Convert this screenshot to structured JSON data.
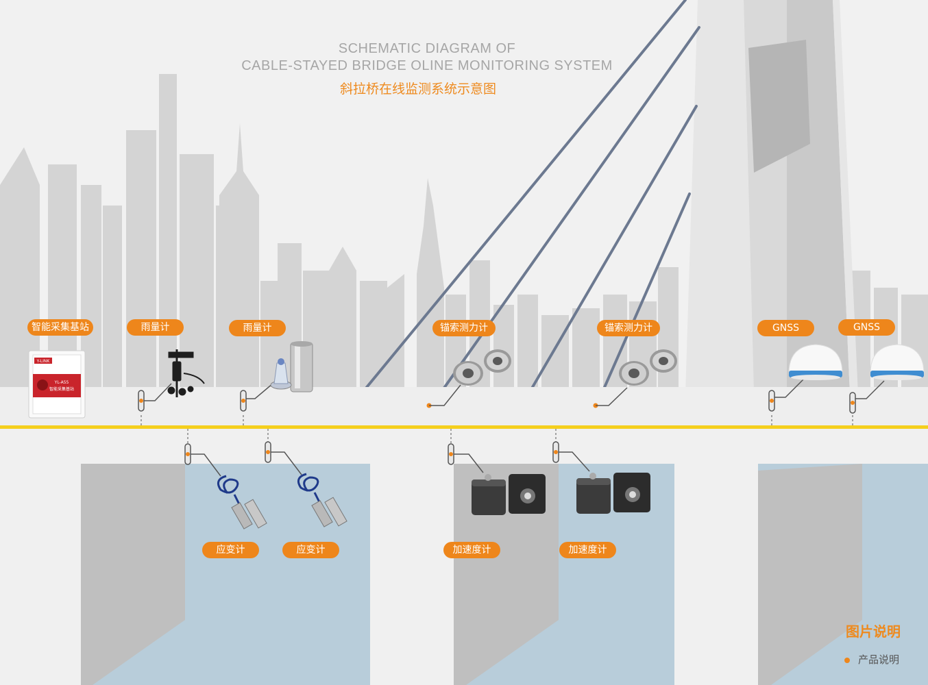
{
  "title": {
    "en_line1": "SCHEMATIC DIAGRAM OF",
    "en_line2": "CABLE-STAYED BRIDGE OLINE MONITORING SYSTEM",
    "cn": "斜拉桥在线监测系统示意图"
  },
  "labels": {
    "station": "智能采集基站",
    "rain1": "雨量计",
    "rain2": "雨量计",
    "cable1": "锚索测力计",
    "cable2": "锚索测力计",
    "gnss1": "GNSS",
    "gnss2": "GNSS",
    "strain1": "应变计",
    "strain2": "应变计",
    "accel1": "加速度计",
    "accel2": "加速度计"
  },
  "station_device": {
    "brand": "Y-LINK",
    "model": "YL-A55",
    "name": "智能采集基站"
  },
  "legend": {
    "title": "图片说明",
    "item": "产品说明"
  },
  "colors": {
    "accent": "#ee861b",
    "deck_line": "#f5cf1d",
    "cable": "#6c7990",
    "water": "#b7cdda",
    "building": "#d3d3d3"
  }
}
